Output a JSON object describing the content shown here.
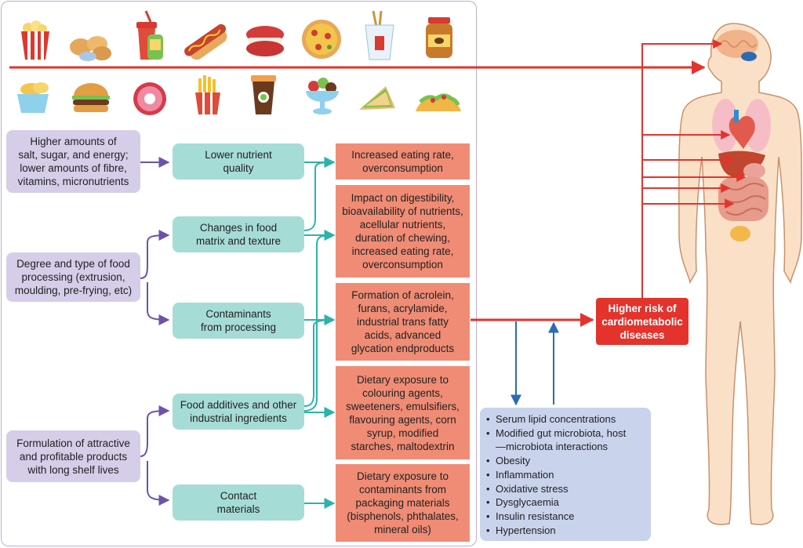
{
  "factors": {
    "nutrient": "Higher amounts of\nsalt, sugar, and energy;\nlower amounts of fibre,\nvitamins, micronutrients",
    "processing": "Degree and type of food\nprocessing (extrusion,\nmoulding, pre-frying, etc)",
    "formulation": "Formulation of attractive\nand profitable products\nwith long shelf lives"
  },
  "pathways": {
    "nutrient_quality": "Lower nutrient\nquality",
    "matrix": "Changes in food\nmatrix and texture",
    "contaminants": "Contaminants\nfrom processing",
    "additives": "Food additives and other\nindustrial ingredients",
    "contact": "Contact\nmaterials"
  },
  "effects": {
    "eating_rate": "Increased eating rate,\noverconsumption",
    "digestibility": "Impact on digestibility,\nbioavailability of nutrients,\nacellular nutrients,\nduration of chewing,\nincreased eating rate,\noverconsumption",
    "formation": "Formation of acrolein,\nfurans, acrylamide,\nindustrial trans fatty\nacids, advanced\nglycation endproducts",
    "dietary_additives": "Dietary exposure to\ncolouring agents,\nsweeteners, emulsifiers,\nflavouring agents, corn\nsyrup, modified\nstarches, maltodextrin",
    "dietary_contaminants": "Dietary exposure to\ncontaminants from\npackaging materials\n(bisphenols, phthalates,\nmineral oils)"
  },
  "outcome": "Higher risk of\ncardiometabolic\ndiseases",
  "mechanisms": [
    "Serum lipid concentrations",
    "Modified gut microbiota, host\n—microbiota interactions",
    "Obesity",
    "Inflammation",
    "Oxidative stress",
    "Dysglycaemia",
    "Insulin resistance",
    "Hypertension"
  ],
  "food_icons_row1": [
    "popcorn-icon",
    "nuggets-icon",
    "soda-cup-icon",
    "hot-dog-icon",
    "macaron-icon",
    "pizza-icon",
    "takeout-box-icon",
    "spread-jar-icon"
  ],
  "food_icons_row2": [
    "chips-bowl-icon",
    "burger-icon",
    "donut-icon",
    "fries-icon",
    "coffee-cup-icon",
    "ice-cream-icon",
    "sandwich-icon",
    "taco-icon"
  ],
  "colors": {
    "factor": "#d6cde9",
    "pathway": "#a6dcd6",
    "effect": "#f08c75",
    "outcome": "#e3332c",
    "mechanism": "#c9d3ec",
    "purple_arrow": "#6b53a8",
    "teal_arrow": "#2bb3ac",
    "red_arrow": "#e3332c",
    "blue_arrow": "#2a6cb2"
  }
}
